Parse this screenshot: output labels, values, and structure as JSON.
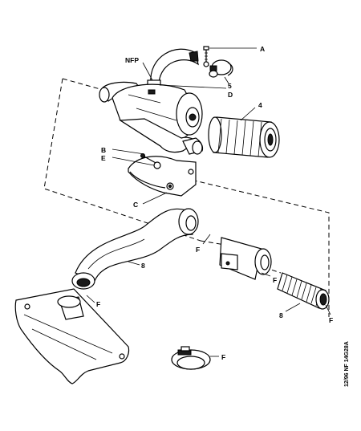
{
  "labels": {
    "A": "A",
    "NFP": "NFP",
    "five": "5",
    "D": "D",
    "four": "4",
    "B": "B",
    "E": "E",
    "C": "C",
    "eight_upper": "8",
    "F_left": "F",
    "F_mid": "F",
    "F_pipe": "F",
    "eight_lower": "8",
    "F_right": "F",
    "F_bottom": "F"
  },
  "reference": "12/96 NF 14G28A"
}
